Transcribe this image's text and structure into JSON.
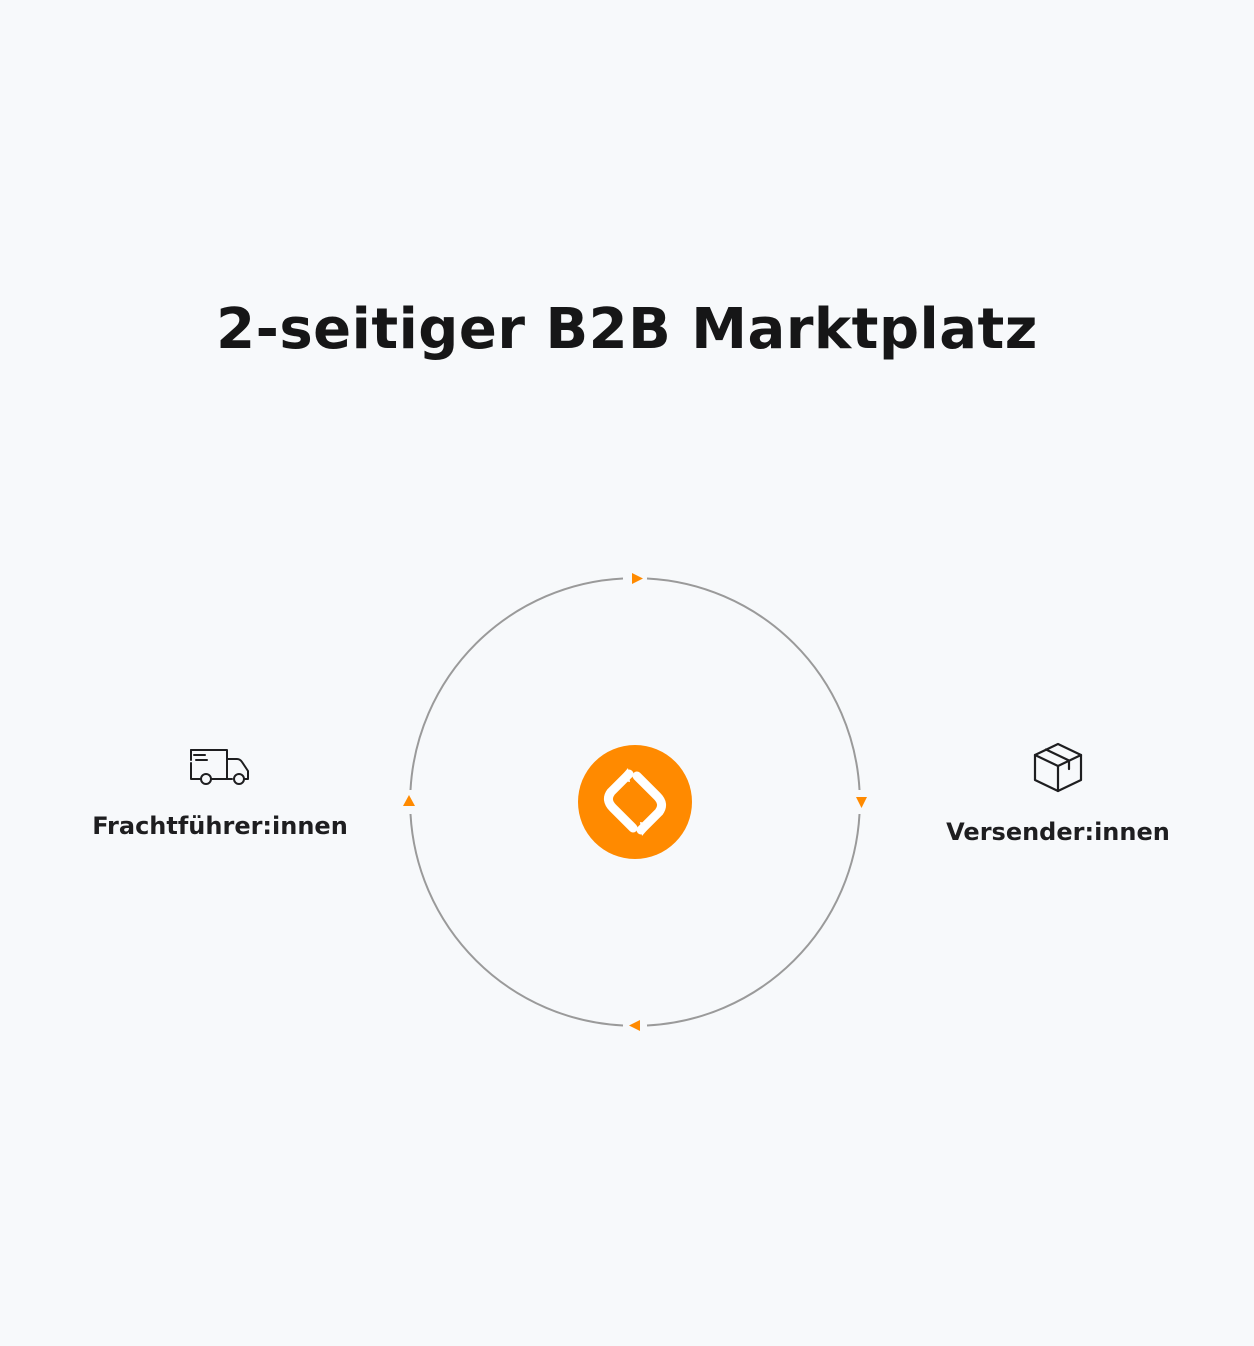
{
  "title": "2-seitiger B2B Marktplatz",
  "left_party": {
    "label": "Frachtführer:innen",
    "icon": "truck-icon"
  },
  "right_party": {
    "label": "Versender:innen",
    "icon": "box-icon"
  },
  "center": {
    "icon": "exchange-arrows-icon"
  },
  "colors": {
    "background": "#f7f9fb",
    "accent": "#ff8a00",
    "ring": "#9a9a9a",
    "text": "#1c1c1e"
  }
}
